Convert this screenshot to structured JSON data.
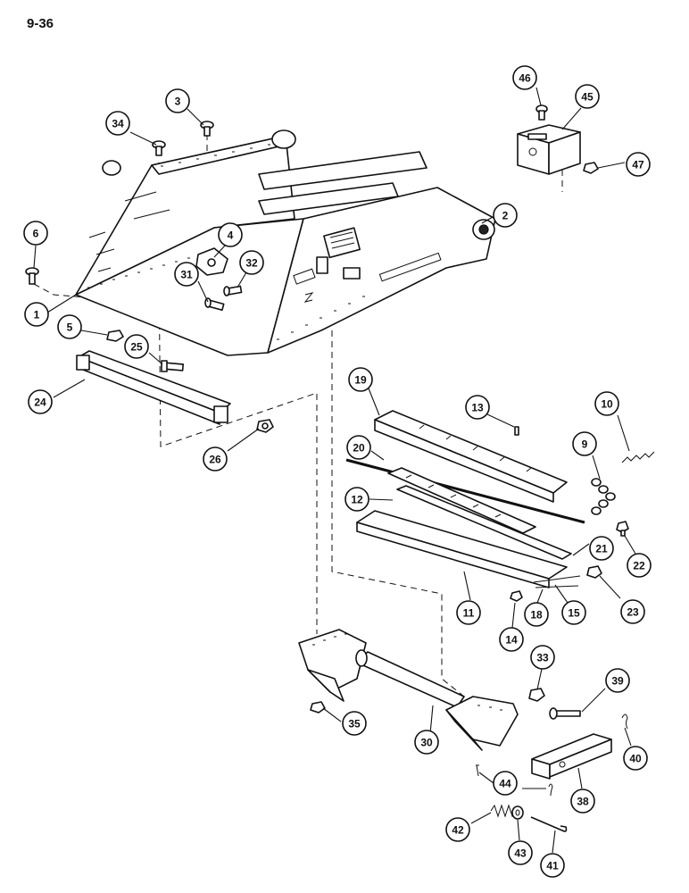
{
  "page_number": "9-36",
  "callouts": [
    {
      "label": "1"
    },
    {
      "label": "2"
    },
    {
      "label": "3"
    },
    {
      "label": "4"
    },
    {
      "label": "5"
    },
    {
      "label": "6"
    },
    {
      "label": "9"
    },
    {
      "label": "10"
    },
    {
      "label": "11"
    },
    {
      "label": "12"
    },
    {
      "label": "13"
    },
    {
      "label": "14"
    },
    {
      "label": "15"
    },
    {
      "label": "18"
    },
    {
      "label": "19"
    },
    {
      "label": "20"
    },
    {
      "label": "21"
    },
    {
      "label": "22"
    },
    {
      "label": "23"
    },
    {
      "label": "24"
    },
    {
      "label": "25"
    },
    {
      "label": "26"
    },
    {
      "label": "30"
    },
    {
      "label": "31"
    },
    {
      "label": "32"
    },
    {
      "label": "33"
    },
    {
      "label": "34"
    },
    {
      "label": "35"
    },
    {
      "label": "38"
    },
    {
      "label": "39"
    },
    {
      "label": "40"
    },
    {
      "label": "41"
    },
    {
      "label": "42"
    },
    {
      "label": "43"
    },
    {
      "label": "44"
    },
    {
      "label": "45"
    },
    {
      "label": "46"
    },
    {
      "label": "47"
    }
  ]
}
